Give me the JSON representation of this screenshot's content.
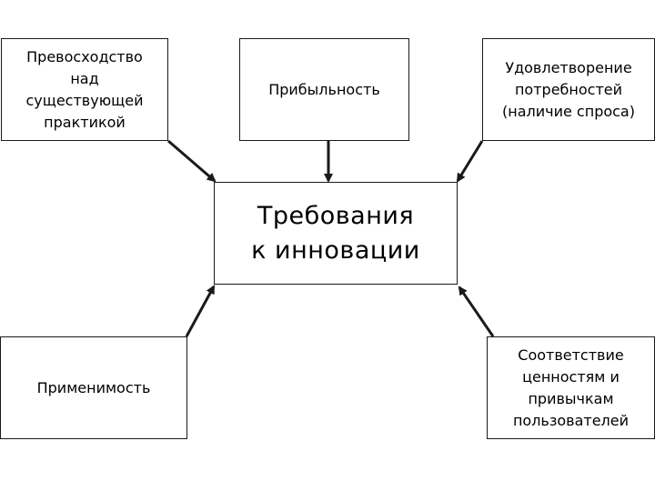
{
  "diagram": {
    "center": {
      "label": "Требования\nк инновации"
    },
    "boxes": {
      "top_left": {
        "label": "Превосходство\nнад\nсуществующей\nпрактикой"
      },
      "top_center": {
        "label": "Прибыльность"
      },
      "top_right": {
        "label": "Удовлетворение\nпотребностей\n(наличие спроса)"
      },
      "bottom_left": {
        "label": "Применимость"
      },
      "bottom_right": {
        "label": "Соответствие\nценностям и\nпривычкам\nпользователей"
      }
    },
    "colors": {
      "line": "#1a1a1a",
      "background": "#ffffff"
    }
  }
}
